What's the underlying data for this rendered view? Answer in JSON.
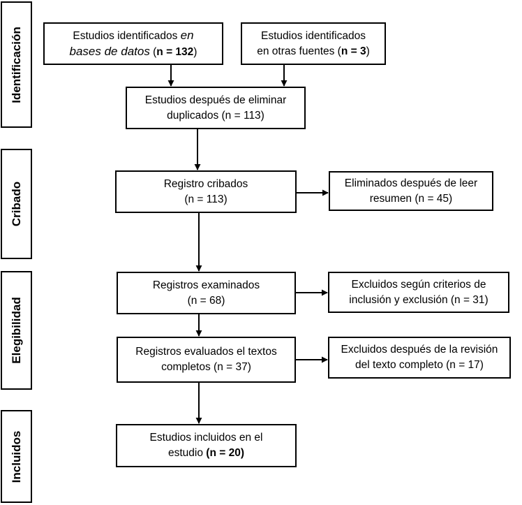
{
  "stages": {
    "identificacion": "Identificación",
    "cribado": "Cribado",
    "elegibilidad": "Elegibilidad",
    "incluidos": "Incluidos"
  },
  "boxes": {
    "db": {
      "l1": "Estudios identificados ",
      "l1_italic": "en",
      "l2_italic": "bases de datos",
      "l2_rest": " (",
      "l2_bold": "n = 132",
      "l2_end": ")"
    },
    "other": {
      "l1": "Estudios identificados",
      "l2": "en otras fuentes (",
      "l2_bold": "n = 3",
      "l2_end": ")"
    },
    "dedup": {
      "l1": "Estudios después de eliminar",
      "l2": "duplicados (n = 113)"
    },
    "screened": {
      "l1": "Registro cribados",
      "l2": "(n = 113)"
    },
    "removed": {
      "l1": "Eliminados después de leer",
      "l2": "resumen (n = 45)"
    },
    "examined": {
      "l1": "Registros examinados",
      "l2": "(n = 68)"
    },
    "excl_criteria": {
      "l1": "Excluidos según criterios de",
      "l2": "inclusión y exclusión (n = 31)"
    },
    "fulltext": {
      "l1": "Registros evaluados el textos",
      "l2": "completos (n = 37)"
    },
    "excl_fulltext": {
      "l1": "Excluidos después de la revisión",
      "l2": "del texto completo (n = 17)"
    },
    "included": {
      "l1": "Estudios incluidos en el",
      "l2": "estudio ",
      "l2_bold": "(n = 20)"
    }
  }
}
